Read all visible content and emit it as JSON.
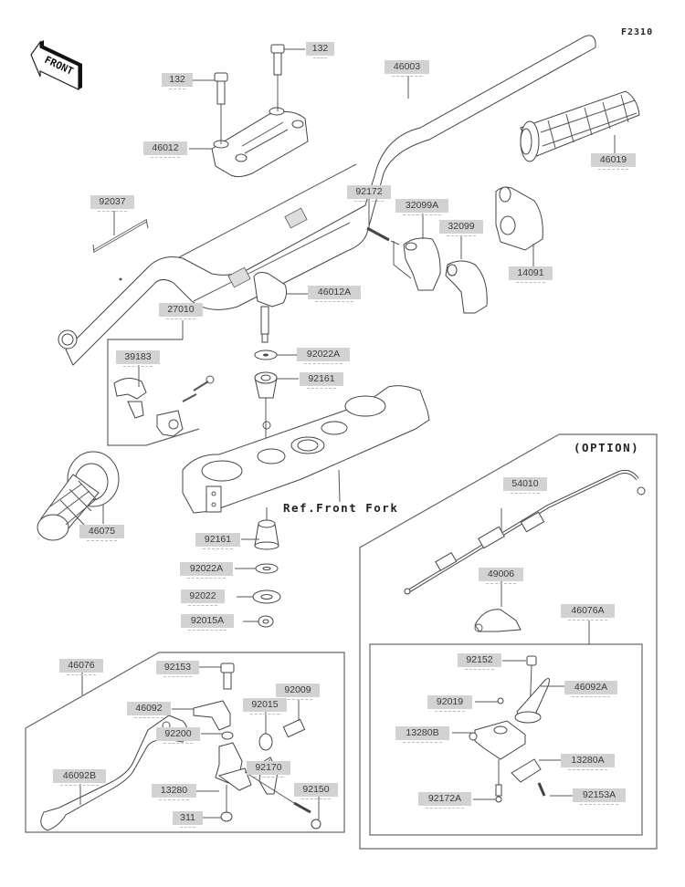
{
  "figure_code": "F2310",
  "front_arrow_text": "FRONT",
  "reference_note": "Ref.Front Fork",
  "option_note": "(OPTION)",
  "parts": {
    "bolt_132_upper": "132",
    "bolt_132_lower": "132",
    "holder_upper": "46012",
    "handlebar": "46003",
    "grip_right": "46019",
    "strap_92037": "92037",
    "screw_92172": "92172",
    "housing_32099A": "32099A",
    "housing_32099": "32099",
    "guide_14091": "14091",
    "holder_lower": "46012A",
    "switch_assy": "27010",
    "clamp_39183": "39183",
    "washer_92022A_upper": "92022A",
    "damper_92161_upper": "92161",
    "grip_left": "46075",
    "damper_92161_lower": "92161",
    "washer_92022A_lower": "92022A",
    "washer_92022": "92022",
    "nut_92015A": "92015A",
    "lever_assy": "46076",
    "bolt_92153": "92153",
    "lever_46092": "46092",
    "nut_92015": "92015",
    "adjuster_92009": "92009",
    "washer_92200": "92200",
    "lever_46092B": "46092B",
    "holder_13280": "13280",
    "clamp_92170": "92170",
    "bolt_92150": "92150",
    "nut_311": "311",
    "cable_54010": "54010",
    "cover_49006": "49006",
    "lever_assy_46076A": "46076A",
    "collar_92152": "92152",
    "lever_46092A": "46092A",
    "nut_92019": "92019",
    "holder_13280B": "13280B",
    "holder_13280A": "13280A",
    "screw_92172A": "92172A",
    "bolt_92153A": "92153A"
  }
}
